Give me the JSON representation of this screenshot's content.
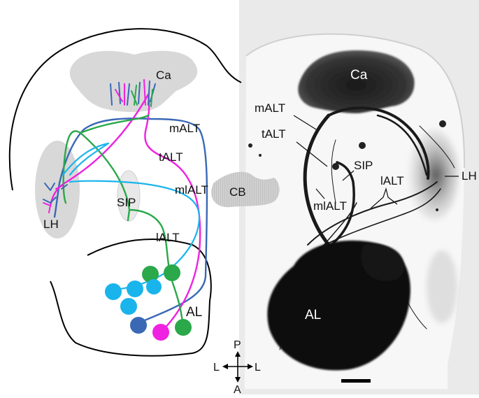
{
  "colors": {
    "blue": "#3a68b5",
    "magenta": "#ee22e0",
    "green": "#2aa84a",
    "cyan": "#19b4ec",
    "neuropil": "#d8d8d8",
    "outline": "#000000"
  },
  "schematic": {
    "labels": {
      "ca": "Ca",
      "malt": "mALT",
      "talt": "tALT",
      "mlalt": "mlALT",
      "lalt": "lALT",
      "sip": "SIP",
      "lh": "LH",
      "al": "AL",
      "cb": "CB"
    }
  },
  "micrograph": {
    "labels": {
      "ca": "Ca",
      "malt": "mALT",
      "talt": "tALT",
      "sip": "SIP",
      "lalt": "lALT",
      "mlalt": "mlALT",
      "lh": "LH",
      "al": "AL"
    }
  },
  "axes": {
    "posterior": "P",
    "anterior": "A",
    "left_lateral": "L",
    "right_lateral": "L"
  }
}
